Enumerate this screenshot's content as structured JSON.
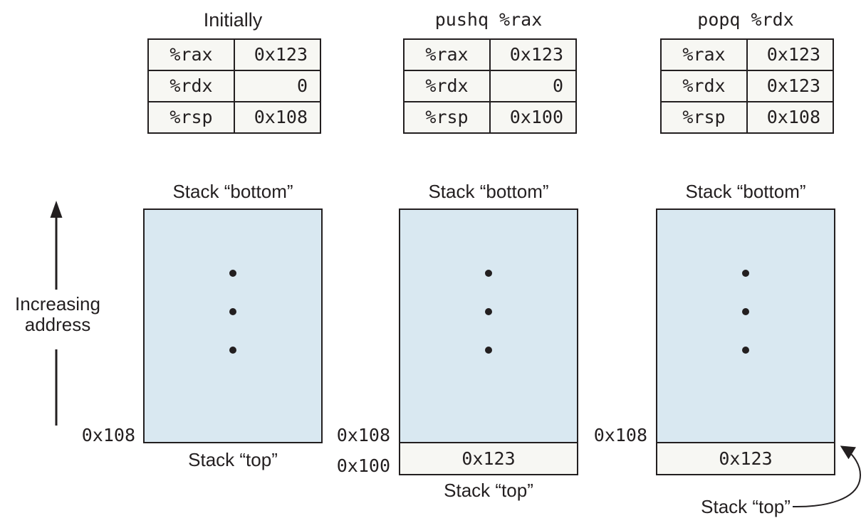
{
  "colors": {
    "stack_fill": "#d9e8f1",
    "cell_fill": "#f7f7f3",
    "line": "#231f20"
  },
  "axis": {
    "line1": "Increasing",
    "line2": "address"
  },
  "panels": [
    {
      "title": "Initially",
      "registers": [
        {
          "name": "%rax",
          "value": "0x123"
        },
        {
          "name": "%rdx",
          "value": "0"
        },
        {
          "name": "%rsp",
          "value": "0x108"
        }
      ],
      "stack_bottom_label": "Stack “bottom”",
      "stack_top_label": "Stack “top”",
      "address_top": "0x108"
    },
    {
      "title": "pushq %rax",
      "registers": [
        {
          "name": "%rax",
          "value": "0x123"
        },
        {
          "name": "%rdx",
          "value": "0"
        },
        {
          "name": "%rsp",
          "value": "0x100"
        }
      ],
      "stack_bottom_label": "Stack “bottom”",
      "stack_top_label": "Stack “top”",
      "address_top": "0x108",
      "address_new_top": "0x100",
      "pushed_value": "0x123"
    },
    {
      "title": "popq %rdx",
      "registers": [
        {
          "name": "%rax",
          "value": "0x123"
        },
        {
          "name": "%rdx",
          "value": "0x123"
        },
        {
          "name": "%rsp",
          "value": "0x108"
        }
      ],
      "stack_bottom_label": "Stack “bottom”",
      "stack_top_label": "Stack “top”",
      "address_top": "0x108",
      "popped_value": "0x123"
    }
  ]
}
